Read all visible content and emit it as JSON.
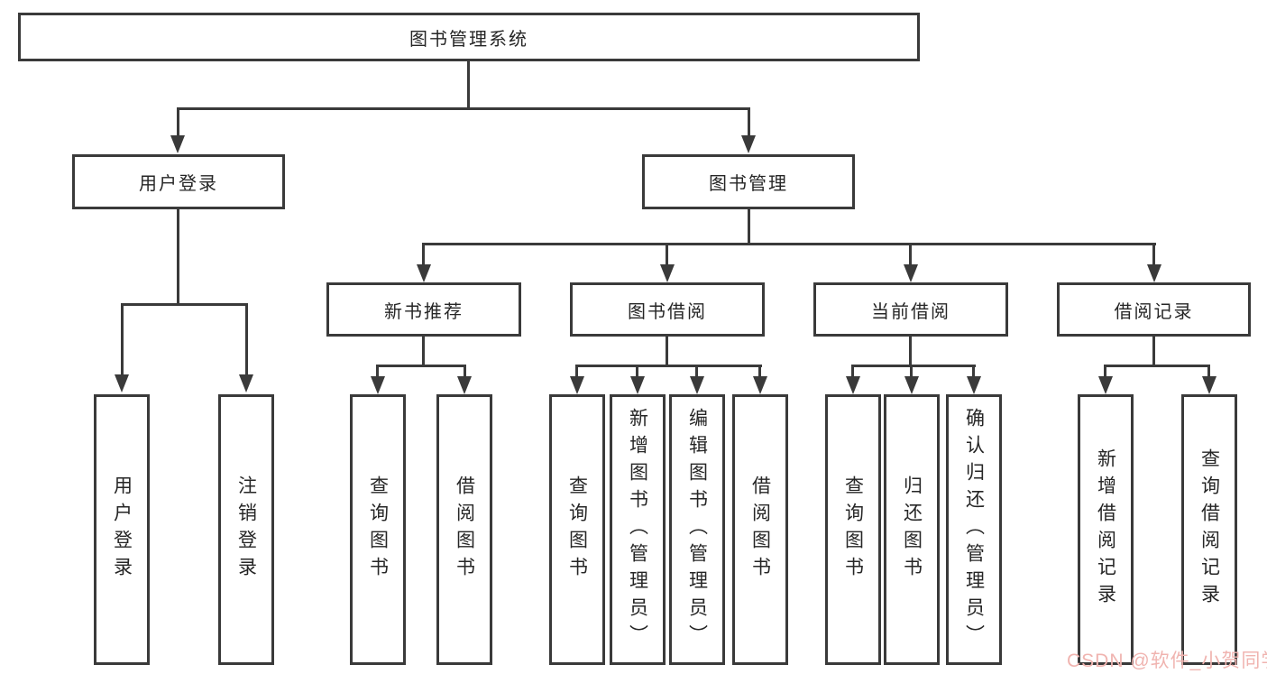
{
  "tree": {
    "label": "图书管理系统",
    "children": [
      {
        "label": "用户登录",
        "children": [
          {
            "label": "用户登录"
          },
          {
            "label": "注销登录"
          }
        ]
      },
      {
        "label": "图书管理",
        "children": [
          {
            "label": "新书推荐",
            "children": [
              {
                "label": "查询图书"
              },
              {
                "label": "借阅图书"
              }
            ]
          },
          {
            "label": "图书借阅",
            "children": [
              {
                "label": "查询图书"
              },
              {
                "label": "新增图书（管理员）"
              },
              {
                "label": "编辑图书（管理员）"
              },
              {
                "label": "借阅图书"
              }
            ]
          },
          {
            "label": "当前借阅",
            "children": [
              {
                "label": "查询图书"
              },
              {
                "label": "归还图书"
              },
              {
                "label": "确认归还（管理员）"
              }
            ]
          },
          {
            "label": "借阅记录",
            "children": [
              {
                "label": "新增借阅记录"
              },
              {
                "label": "查询借阅记录"
              }
            ]
          }
        ]
      }
    ]
  },
  "watermark": {
    "text": "CSDN @软件_小贺同学",
    "color": "#f0b4b0"
  },
  "colors": {
    "line": "#3a3a3a",
    "box_border": "#3a3a3a",
    "text": "#262626",
    "background": "#ffffff"
  }
}
